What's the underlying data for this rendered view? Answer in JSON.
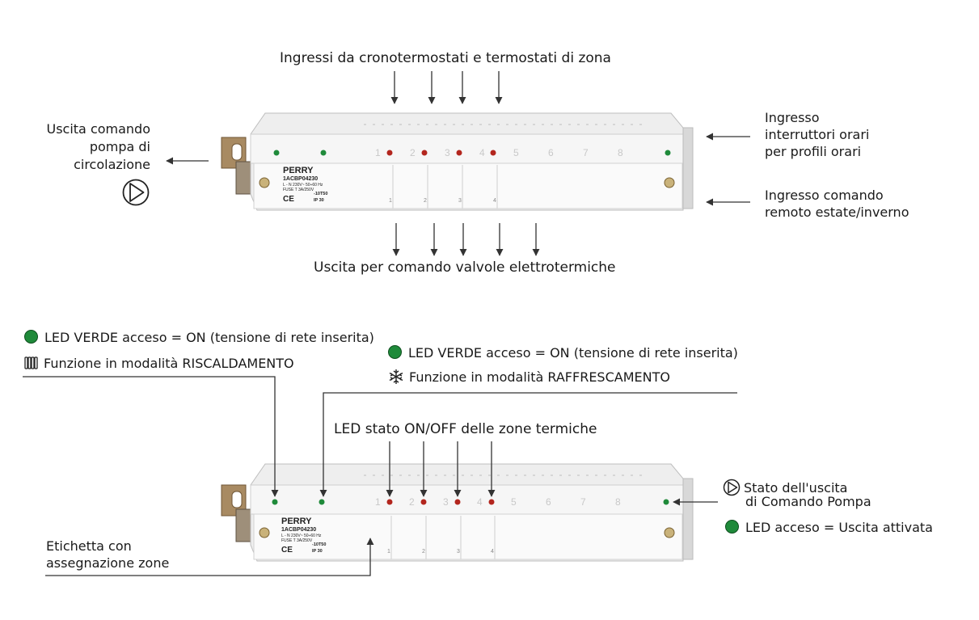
{
  "colors": {
    "led_green": "#1f8a3a",
    "led_red": "#b3261e",
    "line": "#333333"
  },
  "top": {
    "inputs_label": "Ingressi da cronotermostati e termostati di zona",
    "outputs_label": "Uscita per comando valvole elettrotermiche",
    "pump_label": [
      "Uscita comando",
      "pompa di",
      "circolazione"
    ],
    "timer_label": [
      "Ingresso",
      "interruttori orari",
      "per profili orari"
    ],
    "remote_label": [
      "Ingresso comando",
      "remoto estate/inverno"
    ]
  },
  "device": {
    "brand": "PERRY",
    "model": "1ACBP04230",
    "spec_line": "L - N 230V~ 50÷60 Hz",
    "fuse_line": "FUSE      T 3A/250V",
    "temp_rating": "-10T50",
    "ip_rating": "IP 30",
    "ce_mark": "CE",
    "zones": [
      "1",
      "2",
      "3",
      "4",
      "5",
      "6",
      "7",
      "8"
    ],
    "slots": [
      "1",
      "2",
      "3",
      "4"
    ]
  },
  "bottom": {
    "led_green_heat": "LED VERDE acceso = ON (tensione di rete inserita)",
    "heat_mode": "Funzione in modalità RISCALDAMENTO",
    "led_green_cool": "LED VERDE acceso = ON (tensione di rete inserita)",
    "cool_mode": "Funzione in modalità RAFFRESCAMENTO",
    "zone_led_label": "LED stato ON/OFF delle zone termiche",
    "pump_state": [
      "Stato dell'uscita",
      "di Comando Pompa"
    ],
    "led_on_output": "LED acceso = Uscita attivata",
    "zone_label": [
      "Etichetta con",
      "assegnazione zone"
    ]
  }
}
